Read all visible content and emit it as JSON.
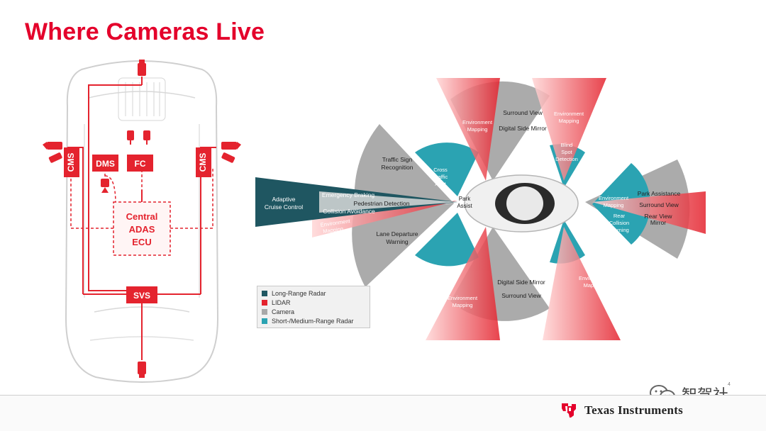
{
  "title": "Where Cameras Live",
  "left_diagram": {
    "modules": {
      "cms_left": "CMS",
      "cms_right": "CMS",
      "dms": "DMS",
      "fc": "FC",
      "central": [
        "Central",
        "ADAS",
        "ECU"
      ],
      "svs": "SVS"
    }
  },
  "coverage_labels": {
    "surround_view_top": "Surround View",
    "digital_side_mirror_top": "Digital Side Mirror",
    "env_mapping_top_left": [
      "Environment",
      "Mapping"
    ],
    "env_mapping_top_right": [
      "Environment",
      "Mapping"
    ],
    "blind_spot": [
      "Blind",
      "Spot",
      "Detection"
    ],
    "traffic_sign": [
      "Traffic Sign",
      "Recognition"
    ],
    "cross_traffic": [
      "Cross",
      "Traffic",
      "Alert"
    ],
    "adaptive_cruise": [
      "Adaptive",
      "Cruise Control"
    ],
    "emergency_braking": "Emergency Braking",
    "pedestrian_detection": "Pedestrian Detection",
    "collision_avoidance": "Collision Avoidance",
    "env_mapping_front": [
      "Environment",
      "Mapping"
    ],
    "park_assist": [
      "Park",
      "Assist"
    ],
    "lane_departure": [
      "Lane Departure",
      "Warning"
    ],
    "env_mapping_rear": [
      "Environment",
      "Mapping"
    ],
    "park_assistance": "Park Assistance",
    "surround_view_rear": "Surround View",
    "rear_view_mirror": [
      "Rear View",
      "Mirror"
    ],
    "rear_collision": [
      "Rear",
      "Collision",
      "Warning"
    ],
    "digital_side_mirror_bottom": "Digital Side Mirror",
    "surround_view_bottom": "Surround View",
    "env_mapping_bottom_left": [
      "Environment",
      "Mapping"
    ],
    "env_mapping_bottom_right": [
      "Environment",
      "Mapping"
    ]
  },
  "legend": [
    {
      "label": "Long-Range Radar",
      "color": "#1f5661"
    },
    {
      "label": "LIDAR",
      "color": "#e4232e"
    },
    {
      "label": "Camera",
      "color": "#a8a8a8"
    },
    {
      "label": "Short-/Medium-Range Radar",
      "color": "#2ba3b2"
    }
  ],
  "page_number": "4",
  "brand": "Texas Instruments",
  "watermark": "智驾社",
  "colors": {
    "accent": "#e4002b",
    "teal_dark": "#1f5661",
    "teal": "#2ba3b2",
    "gray": "#a8a8a8"
  }
}
